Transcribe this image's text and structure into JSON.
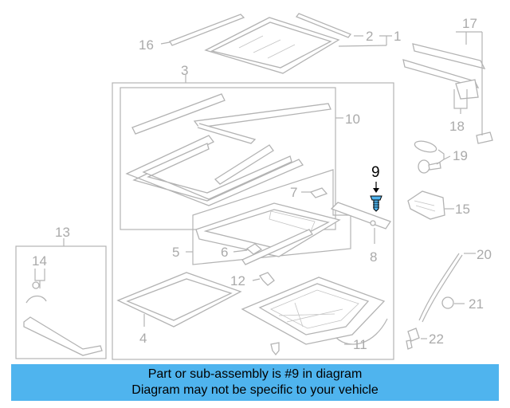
{
  "diagram": {
    "highlight_color": "#4fb4ee",
    "labels": {
      "l1": "1",
      "l2": "2",
      "l3": "3",
      "l4": "4",
      "l5": "5",
      "l6": "6",
      "l7": "7",
      "l8": "8",
      "l9": "9",
      "l10": "10",
      "l11": "11",
      "l12": "12",
      "l13": "13",
      "l14": "14",
      "l15": "15",
      "l16": "16",
      "l17": "17",
      "l18": "18",
      "l19": "19",
      "l20": "20",
      "l21": "21",
      "l22": "22"
    }
  },
  "caption": {
    "line1": "Part or sub-assembly is #9 in diagram",
    "line2": "Diagram may not be specific to your vehicle"
  }
}
